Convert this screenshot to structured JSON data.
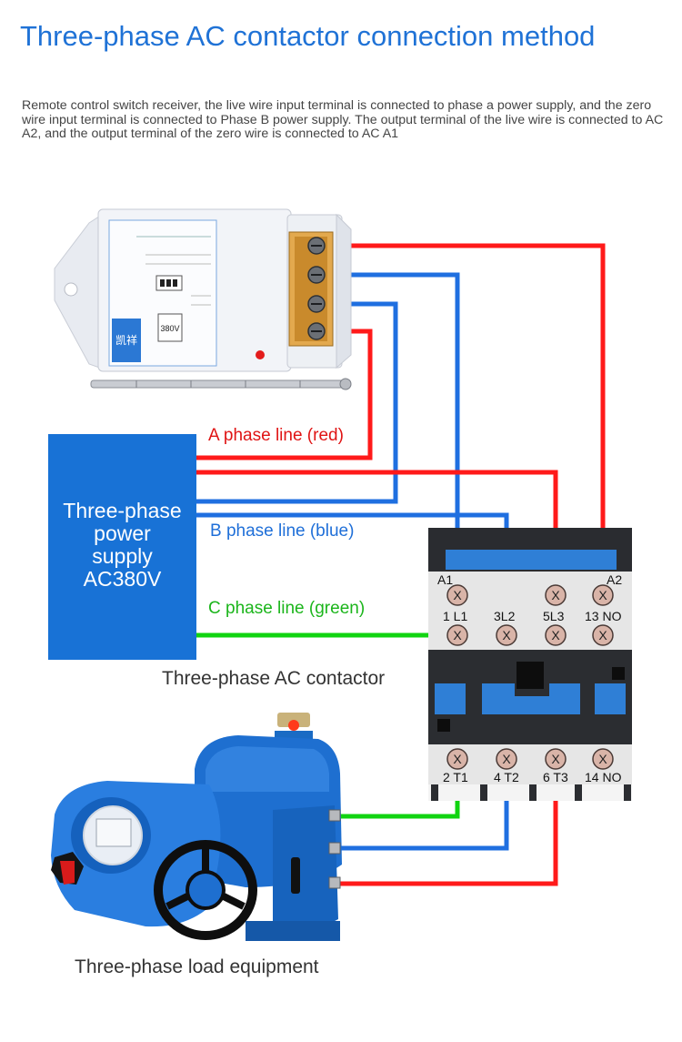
{
  "title": "Three-phase AC contactor connection method",
  "description": "Remote control switch receiver, the live wire input terminal is connected to phase a power supply, and the zero wire input terminal is connected to Phase B power supply. The output terminal of the live wire is connected to AC A2, and the output terminal of the zero wire is connected to AC A1",
  "labels": {
    "a_phase": "A phase line (red)",
    "b_phase": "B phase line (blue)",
    "c_phase": "C phase line (green)"
  },
  "power_supply": {
    "line1": "Three-phase",
    "line2": "power",
    "line3": "supply",
    "line4": "AC380V"
  },
  "captions": {
    "contactor": "Three-phase AC contactor",
    "load": "Three-phase load equipment"
  },
  "contactor": {
    "top_left": "A1",
    "top_right": "A2",
    "terminal_labels_top": [
      "1 L1",
      "3L2",
      "5L3",
      "13 NO"
    ],
    "terminal_labels_bottom": [
      "2 T1",
      "4 T2",
      "6 T3",
      "14 NO"
    ]
  },
  "receiver": {
    "brand_text": "凯祥",
    "voltage": "380V"
  },
  "colors": {
    "accent": "#1f72d6",
    "red_wire": "#ff1a1a",
    "blue_wire": "#1f6fe0",
    "green_wire": "#11d411"
  }
}
